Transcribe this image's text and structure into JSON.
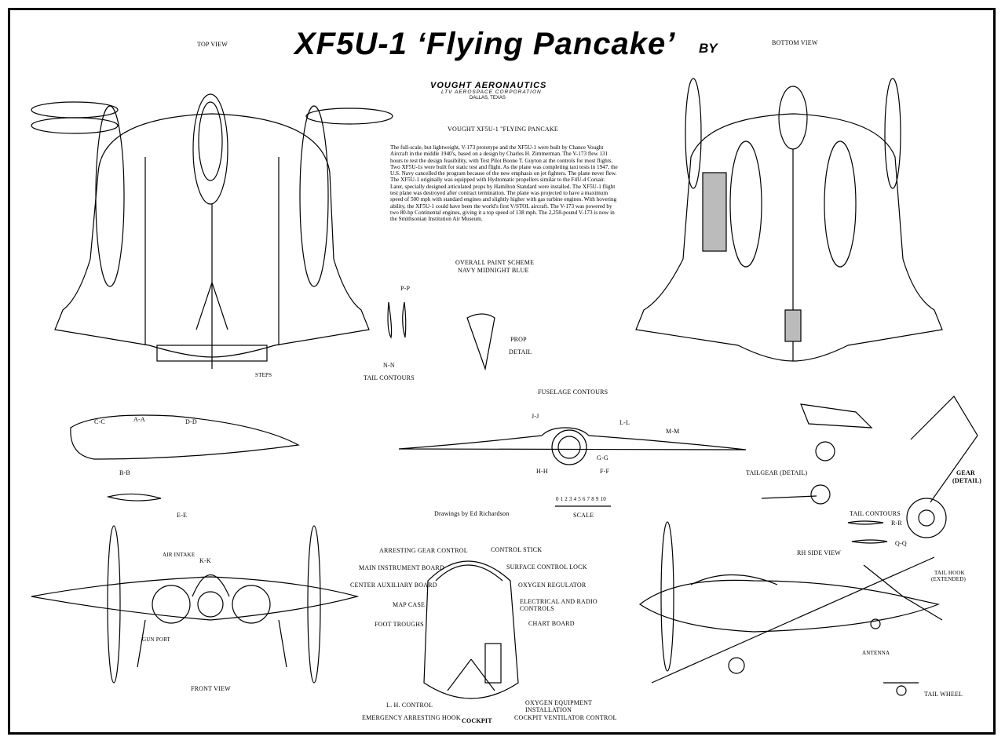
{
  "title": "XF5U-1 ‘Flying Pancake’",
  "title_by": "BY",
  "maker": {
    "name": "VOUGHT AERONAUTICS",
    "corp": "LTV AEROSPACE CORPORATION",
    "city": "DALLAS, TEXAS"
  },
  "heading": "VOUGHT XF5U-1 \"FLYING PANCAKE",
  "description": "The full-scale, but lightweight, V-173 prototype and the XF5U-1 were built by Chance Vought Aircraft in the middle 1940's, based on a design by Charles H. Zimmerman. The V-173 flew 131 hours to test the design feasibility, with Test Pilot Boone T. Guyton at the controls for most flights. Two XF5U-1s were built for static test and flight. As the plane was completing taxi tests in 1947, the U.S. Navy cancelled the program because of the new emphasis on jet fighters. The plane never flew. The XF5U-1 originally was equipped with Hydromatic propellers similar to the F4U-4 Corsair. Later, specially designed articulated props by Hamilton Standard were installed. The XF5U-1 flight test plane was destroyed after contract termination. The plane was projected to have a maximum speed of 500 mph with standard engines and slightly higher with gas turbine engines. With hovering ability, the XF5U-1 could have been the world's first V/STOL aircraft. The V-173 was powered by two 80-hp Continental engines, giving it a top speed of 138 mph. The 2,258-pound V-173 is now in the Smithsonian Institution Air Museum.",
  "paint": {
    "line1": "OVERALL PAINT SCHEME",
    "line2": "NAVY MIDNIGHT BLUE"
  },
  "views": {
    "top": "TOP VIEW",
    "bottom": "BOTTOM VIEW",
    "front": "FRONT VIEW",
    "side": "RH SIDE VIEW",
    "cockpit": "COCKPIT"
  },
  "labels": {
    "prop": "PROP",
    "detail": "DETAIL",
    "tail_contours": "TAIL CONTOURS",
    "fuselage_contours": "FUSELAGE CONTOURS",
    "steps": "STEPS",
    "nn": "N-N",
    "pp": "P-P",
    "credit": "Drawings by Ed Richardson",
    "scale": "SCALE",
    "scale_ticks": "0 1 2 3 4 5 6 7 8 9 10",
    "tailgear": "TAILGEAR (DETAIL)",
    "gear": "GEAR",
    "gear_detail": "(DETAIL)",
    "tail_contours2": "TAIL CONTOURS",
    "rr": "R-R",
    "qq": "Q-Q",
    "tail_hook": "TAIL HOOK",
    "tail_hook2": "(EXTENDED)",
    "antenna": "ANTENNA",
    "tail_wheel": "TAIL WHEEL",
    "air_intake": "AIR INTAKE",
    "kk": "K-K",
    "gun_port": "GUN PORT",
    "cc": "C-C",
    "aa": "A-A",
    "dd": "D-D",
    "bb": "B-B",
    "ee": "E-E",
    "jj": "J-J",
    "ll": "L-L",
    "mm": "M-M",
    "gg": "G-G",
    "hh": "H-H",
    "ff": "F-F"
  },
  "cockpit_labels": [
    "ARRESTING GEAR CONTROL",
    "MAIN INSTRUMENT BOARD",
    "CENTER AUXILIARY BOARD",
    "MAP CASE",
    "FOOT TROUGHS",
    "L. H. CONTROL",
    "EMERGENCY ARRESTING HOOK",
    "CONTROL STICK",
    "SURFACE CONTROL LOCK",
    "OXYGEN REGULATOR",
    "ELECTRICAL AND RADIO",
    "CONTROLS",
    "CHART BOARD",
    "OXYGEN EQUIPMENT",
    "INSTALLATION",
    "COCKPIT VENTILATOR CONTROL"
  ]
}
